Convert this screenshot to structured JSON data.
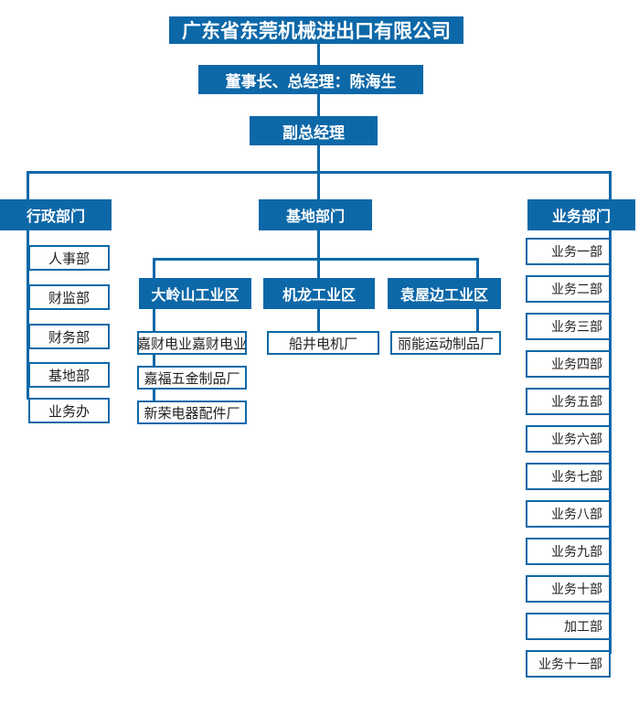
{
  "colors": {
    "primary": "#0d68a8",
    "box_text": "#1f1f1f",
    "background": "#ffffff"
  },
  "org": {
    "company": "广东省东莞机械进出口有限公司",
    "chairman": "董事长、总经理：陈海生",
    "deputy_gm": "副总经理",
    "admin": {
      "label": "行政部门",
      "children": [
        "人事部",
        "财监部",
        "财务部",
        "基地部",
        "业务办"
      ]
    },
    "base": {
      "label": "基地部门",
      "zones": [
        {
          "label": "大岭山工业区",
          "children": [
            "嘉财电业嘉财电业",
            "嘉福五金制品厂",
            "新荣电器配件厂"
          ]
        },
        {
          "label": "机龙工业区",
          "children": [
            "船井电机厂"
          ]
        },
        {
          "label": "袁屋边工业区",
          "children": [
            "丽能运动制品厂"
          ]
        }
      ]
    },
    "business": {
      "label": "业务部门",
      "children": [
        "业务一部",
        "业务二部",
        "业务三部",
        "业务四部",
        "业务五部",
        "业务六部",
        "业务七部",
        "业务八部",
        "业务九部",
        "业务十部",
        "加工部",
        "业务十一部"
      ]
    }
  }
}
